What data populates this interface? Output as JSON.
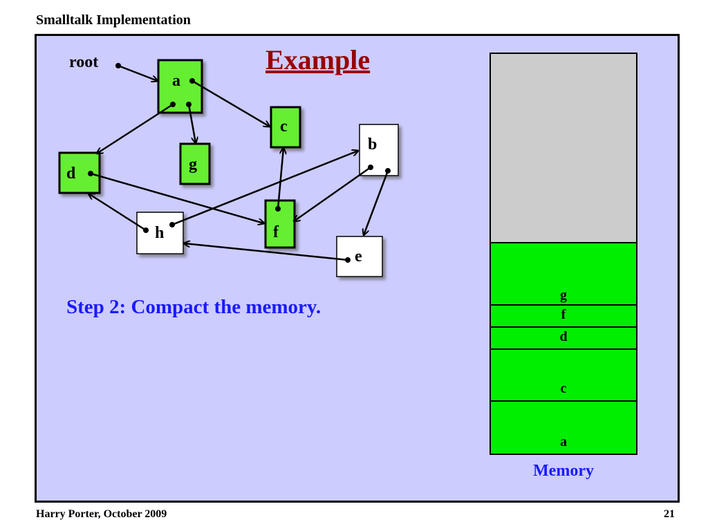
{
  "header": {
    "title": "Smalltalk Implementation"
  },
  "slide": {
    "title": "Example",
    "step_text": "Step 2: Compact the memory."
  },
  "diagram": {
    "root_label": "root",
    "nodes": {
      "a": {
        "label": "a",
        "reachable": true
      },
      "b": {
        "label": "b",
        "reachable": false
      },
      "c": {
        "label": "c",
        "reachable": true
      },
      "d": {
        "label": "d",
        "reachable": true
      },
      "e": {
        "label": "e",
        "reachable": false
      },
      "f": {
        "label": "f",
        "reachable": true
      },
      "g": {
        "label": "g",
        "reachable": true
      },
      "h": {
        "label": "h",
        "reachable": false
      }
    },
    "edges": [
      {
        "from": "root",
        "to": "a"
      },
      {
        "from": "a",
        "to": "c"
      },
      {
        "from": "a",
        "to": "d"
      },
      {
        "from": "a",
        "to": "g"
      },
      {
        "from": "d",
        "to": "f"
      },
      {
        "from": "h",
        "to": "d"
      },
      {
        "from": "h",
        "to": "b"
      },
      {
        "from": "f",
        "to": "c"
      },
      {
        "from": "b",
        "to": "f"
      },
      {
        "from": "b",
        "to": "e"
      },
      {
        "from": "e",
        "to": "h"
      }
    ]
  },
  "memory": {
    "caption": "Memory",
    "free_color": "#cccccc",
    "used_color": "#00ee00",
    "blocks_bottom_to_top": [
      {
        "label": "a"
      },
      {
        "label": "c"
      },
      {
        "label": "d"
      },
      {
        "label": "f"
      },
      {
        "label": "g"
      }
    ]
  },
  "colors": {
    "reachable_node": "#66ee33",
    "unreachable_node": "#ffffff",
    "frame_background": "#ccccff",
    "title": "#990000",
    "step_text": "#1a1aff"
  },
  "footer": {
    "author_date": "Harry Porter, October 2009",
    "page_number": "21"
  }
}
